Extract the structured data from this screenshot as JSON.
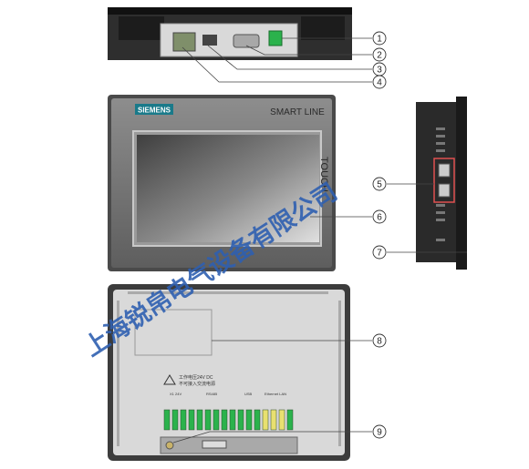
{
  "brand": {
    "name": "SIEMENS",
    "product_line": "SMART LINE",
    "touch_label": "TOUCH"
  },
  "callouts": [
    "1",
    "2",
    "3",
    "4",
    "5",
    "6",
    "7",
    "8",
    "9"
  ],
  "rear_panel": {
    "warning_line1": "工作电压24V DC",
    "warning_line2": "不可接入交流电源",
    "port_labels": [
      "X1 24V",
      "RS485",
      "USB",
      "Ethernet LAN"
    ]
  },
  "watermark": "上海锐帛电气设备有限公司",
  "colors": {
    "bezel": "#3a3a3a",
    "frame": "#6b6b6b",
    "screen_light": "#e6e6e6",
    "screen_dark": "#555555",
    "brand_blue": "#1a7a8a",
    "terminal_green": "#2bb24c",
    "connector_yellow": "#e8e070",
    "highlight_red": "#e05050",
    "watermark_blue": "#2f5fb0"
  }
}
